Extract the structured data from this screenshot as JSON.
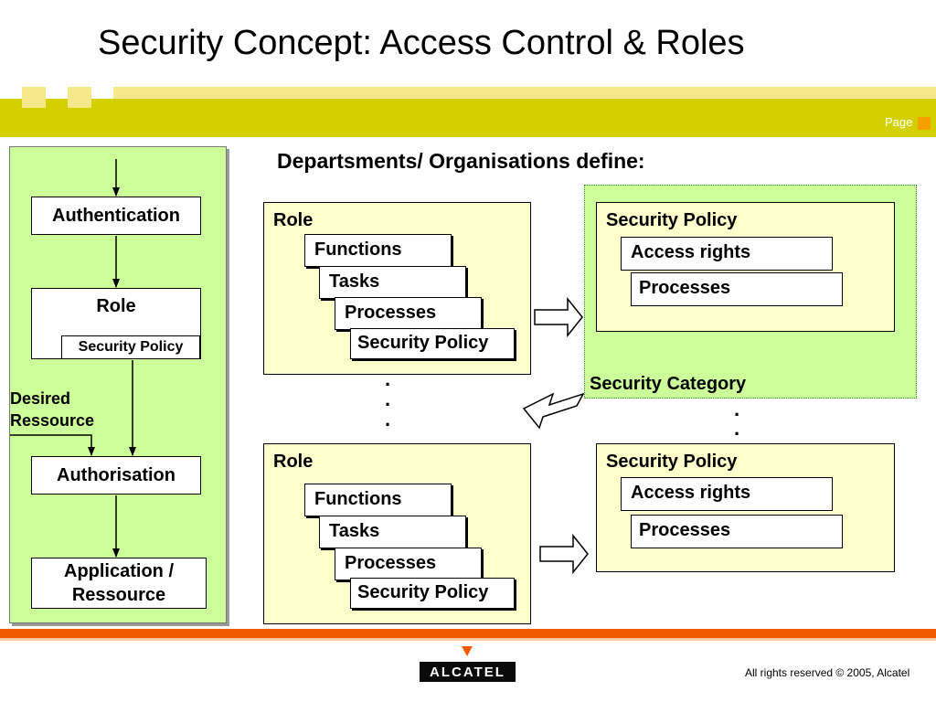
{
  "title": "Security Concept: Access Control & Roles",
  "header": {
    "page_label": "Page"
  },
  "left_flow": {
    "authentication": "Authentication",
    "role": "Role",
    "security_policy": "Security Policy",
    "desired_line1": "Desired",
    "desired_line2": "Ressource",
    "authorisation": "Authorisation",
    "application_line1": "Application /",
    "application_line2": "Ressource"
  },
  "departments_heading": "Departsments/ Organisations define:",
  "role_panels": [
    {
      "title": "Role",
      "items": [
        "Functions",
        "Tasks",
        "Processes",
        "Security Policy"
      ]
    },
    {
      "title": "Role",
      "items": [
        "Functions",
        "Tasks",
        "Processes",
        "Security Policy"
      ]
    }
  ],
  "policy_panels": [
    {
      "title": "Security Policy",
      "items": [
        "Access rights",
        "Processes"
      ]
    },
    {
      "title": "Security Policy",
      "items": [
        "Access rights",
        "Processes"
      ]
    }
  ],
  "security_category_label": "Security Category",
  "ellipsis": ".",
  "footer": {
    "logo": "ALCATEL",
    "copyright": "All rights reserved © 2005, Alcatel"
  },
  "colors": {
    "header_bar": "#d4d000",
    "header_bar_light": "#f5e88a",
    "left_panel": "#ccff99",
    "panel_fill": "#ffffcc",
    "category_fill": "#ccff99",
    "footer_bar": "#f25a00"
  }
}
